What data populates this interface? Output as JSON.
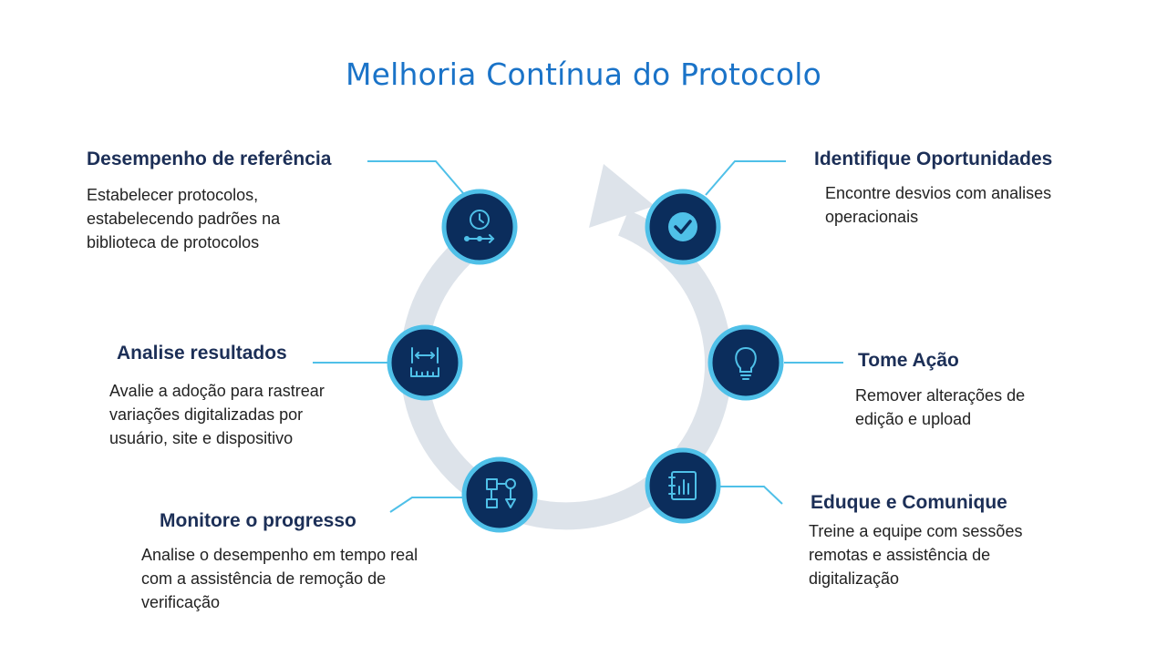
{
  "title": "Melhoria Contínua do Protocolo",
  "colors": {
    "title": "#1a73c8",
    "heading": "#1c2f57",
    "node_fill": "#0b2d5c",
    "node_ring": "#4fc0e8",
    "connector": "#4fc0e8",
    "cycle_arrow": "#dde3ea"
  },
  "stages": [
    {
      "id": "baseline",
      "title": "Desempenho de referência",
      "description": "Estabelecer protocolos,\nestabelecendo padrões na\nbiblioteca de protocolos",
      "icon": "clock-timeline-icon"
    },
    {
      "id": "identify",
      "title": "Identifique Oportunidades",
      "description": "Encontre desvios com analises\noperacionais",
      "icon": "checkmark-icon"
    },
    {
      "id": "act",
      "title": "Tome Ação",
      "description": "Remover alterações de\nedição e upload",
      "icon": "lightbulb-icon"
    },
    {
      "id": "educate",
      "title": "Eduque e Comunique",
      "description": "Treine a equipe com sessões\nremotas e assistência de\ndigitalização",
      "icon": "report-notebook-icon"
    },
    {
      "id": "monitor",
      "title": "Monitore o progresso",
      "description": "Analise o desempenho  em tempo real\ncom a assistência de remoção de\nverificação",
      "icon": "flowchart-icon"
    },
    {
      "id": "analyze",
      "title": "Analise resultados",
      "description": "Avalie a adoção para rastrear\nvariações digitalizadas por\nusuário, site e dispositivo",
      "icon": "ruler-measure-icon"
    }
  ]
}
